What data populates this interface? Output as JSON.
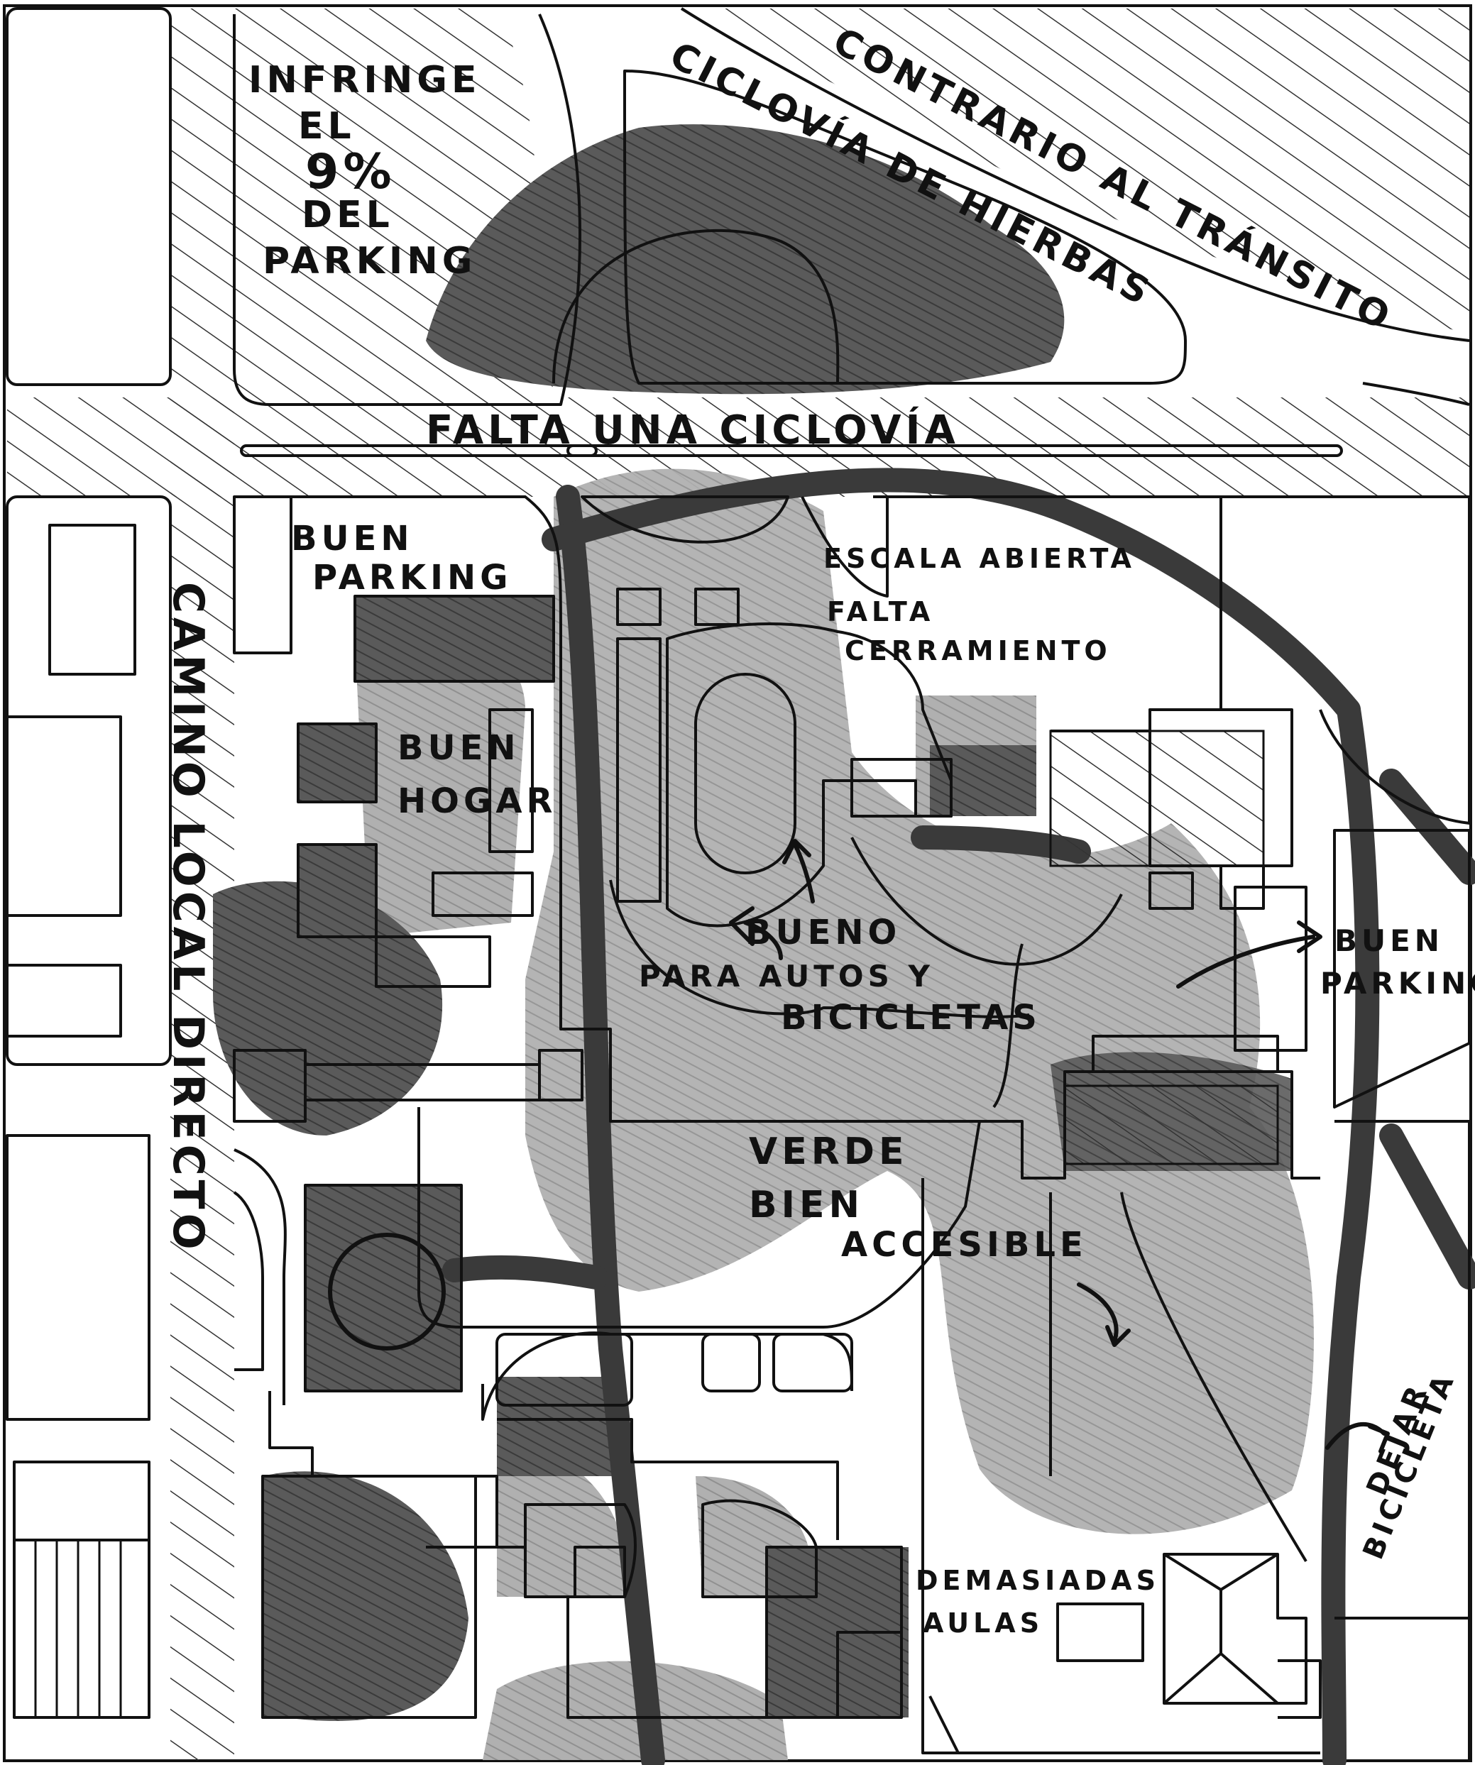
{
  "colors": {
    "background": "#ffffff",
    "line": "#111111",
    "dark_fill": "#555555",
    "light_fill": "#a6a6a6",
    "hatch": "#333333"
  },
  "annotations": {
    "infringe_line1": "INFRINGE",
    "infringe_line2": "EL",
    "infringe_line3": "9%",
    "infringe_line4": "DEL",
    "infringe_line5": "PARKING",
    "ciclovia_hierbas": "CICLOVÍA DE HIERBAS",
    "contrario_transito": "CONTRARIO AL TRÁNSITO",
    "falta_ciclovia": "FALTA UNA CICLOVÍA",
    "buen_parking_1_line1": "BUEN",
    "buen_parking_1_line2": "PARKING",
    "escala_line1": "ESCALA ABIERTA",
    "escala_line2": "FALTA",
    "escala_line3": "CERRAMIENTO",
    "buen_hogar_line1": "BUEN",
    "buen_hogar_line2": "HOGAR",
    "camino_local": "CAMINO LOCAL DIRECTO",
    "bueno_autos_line1": "BUENO",
    "bueno_autos_line2": "PARA AUTOS Y",
    "bueno_autos_line3": "BICICLETAS",
    "buen_parking_2_line1": "BUEN",
    "buen_parking_2_line2": "PARKING",
    "verde_line1": "VERDE",
    "verde_line2": "BIEN",
    "verde_line3": "ACCESIBLE",
    "dejar_line1": "DEJAR",
    "dejar_line2": "BICICLETA",
    "demasiadas_line1": "DEMASIADAS",
    "demasiadas_line2": "AULAS"
  }
}
